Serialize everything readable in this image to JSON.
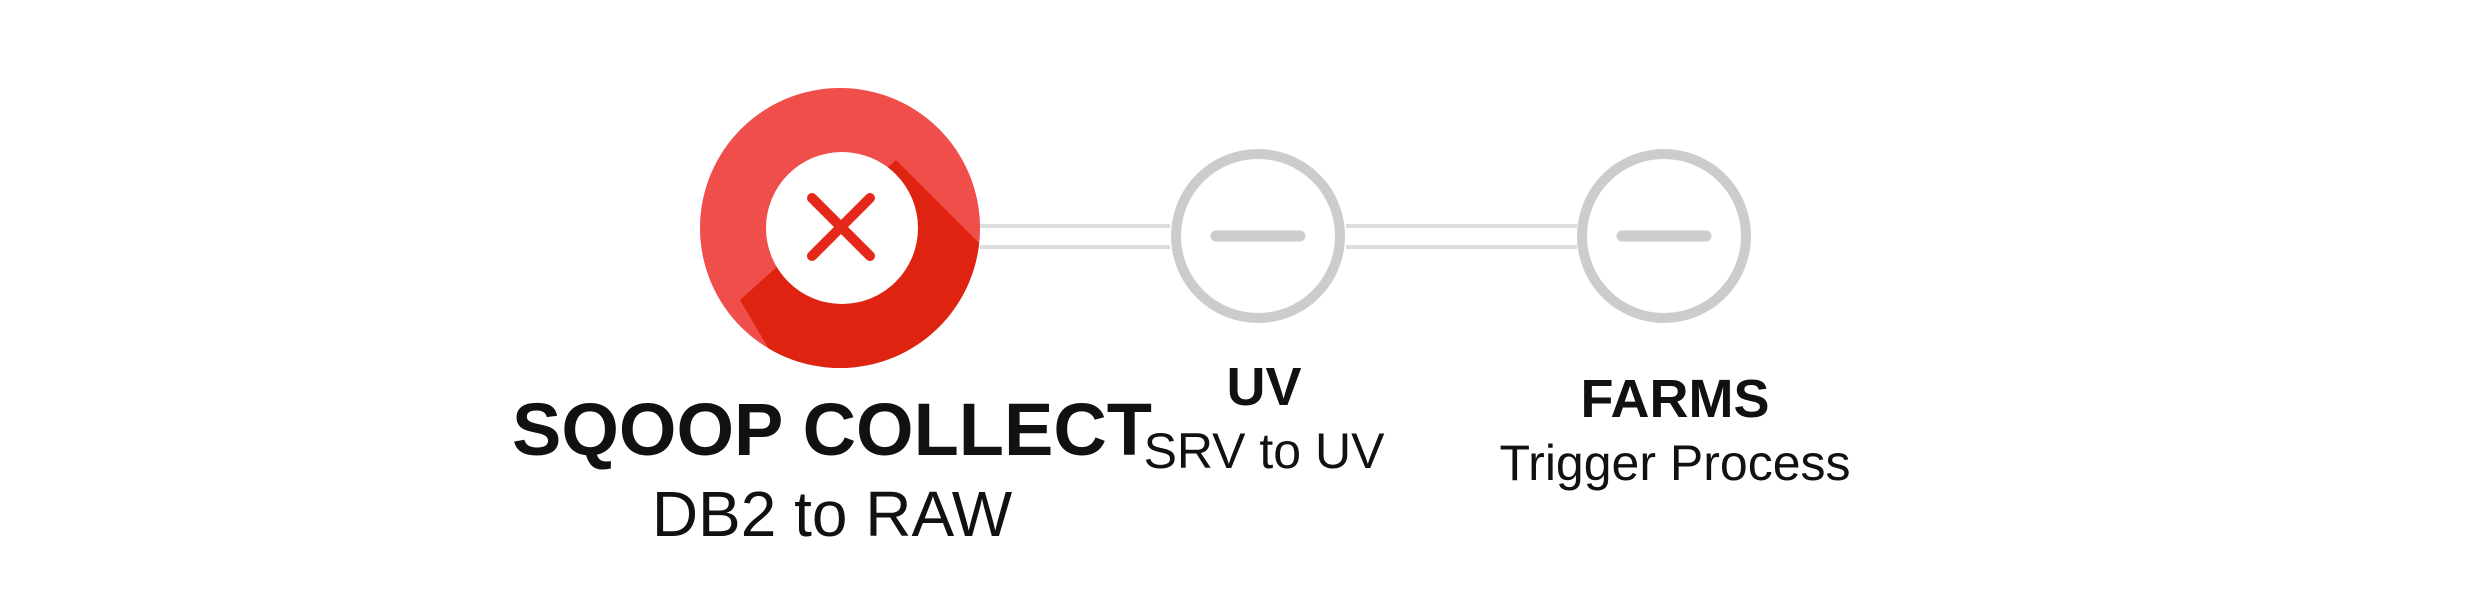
{
  "pipeline": {
    "steps": [
      {
        "title": "SQOOP COLLECT",
        "subtitle": "DB2 to RAW",
        "status": "failed",
        "icon": "close-icon"
      },
      {
        "title": "UV",
        "subtitle": "SRV to UV",
        "status": "pending",
        "icon": "minus-icon"
      },
      {
        "title": "FARMS",
        "subtitle": "Trigger Process",
        "status": "pending",
        "icon": "minus-icon"
      }
    ]
  },
  "colors": {
    "failed_circle": "#F04E4A",
    "failed_shadow": "#DE2310",
    "failed_cross": "#E5281A",
    "pending_ring": "#CCCCCC",
    "connector": "#DDDDDD",
    "text": "#111111"
  }
}
